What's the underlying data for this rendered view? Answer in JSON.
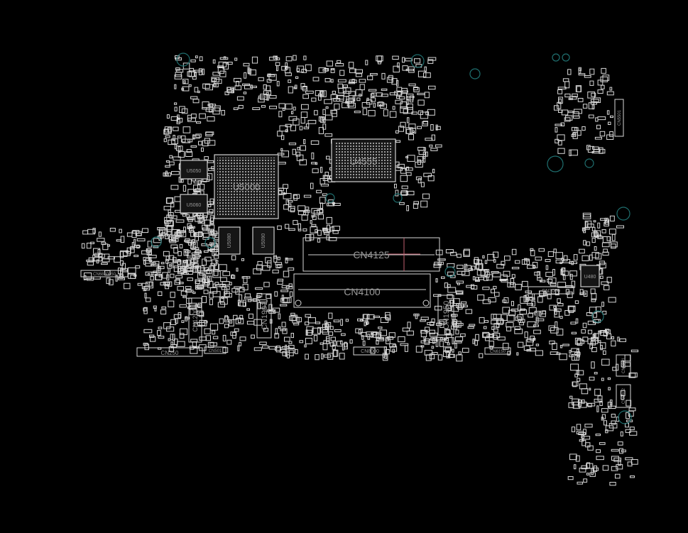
{
  "board": {
    "background": "#000000",
    "outline_color": "#d8d8d8",
    "via_color": "#1f6f6f",
    "labels": {
      "u5000": "U5000",
      "u4555": "U4555",
      "u5050": "U5050",
      "u5060": "U5060",
      "u5080": "U5080",
      "u5090": "U5090",
      "cn4125": "CN4125",
      "cn4100": "CN4100",
      "cn1901": "CN1901",
      "cn1950": "CN1950",
      "cn1200": "CN1200",
      "cn250": "CN250",
      "cn501": "CN501",
      "cn8000": "CN8000",
      "cn3000": "CN3000",
      "u480": "U480",
      "cn6150": "CN6150",
      "cn6880": "CN6880050",
      "cn5501": "CN5501",
      "cn6001": "CN6001",
      "cn6002": "CN6002"
    }
  }
}
